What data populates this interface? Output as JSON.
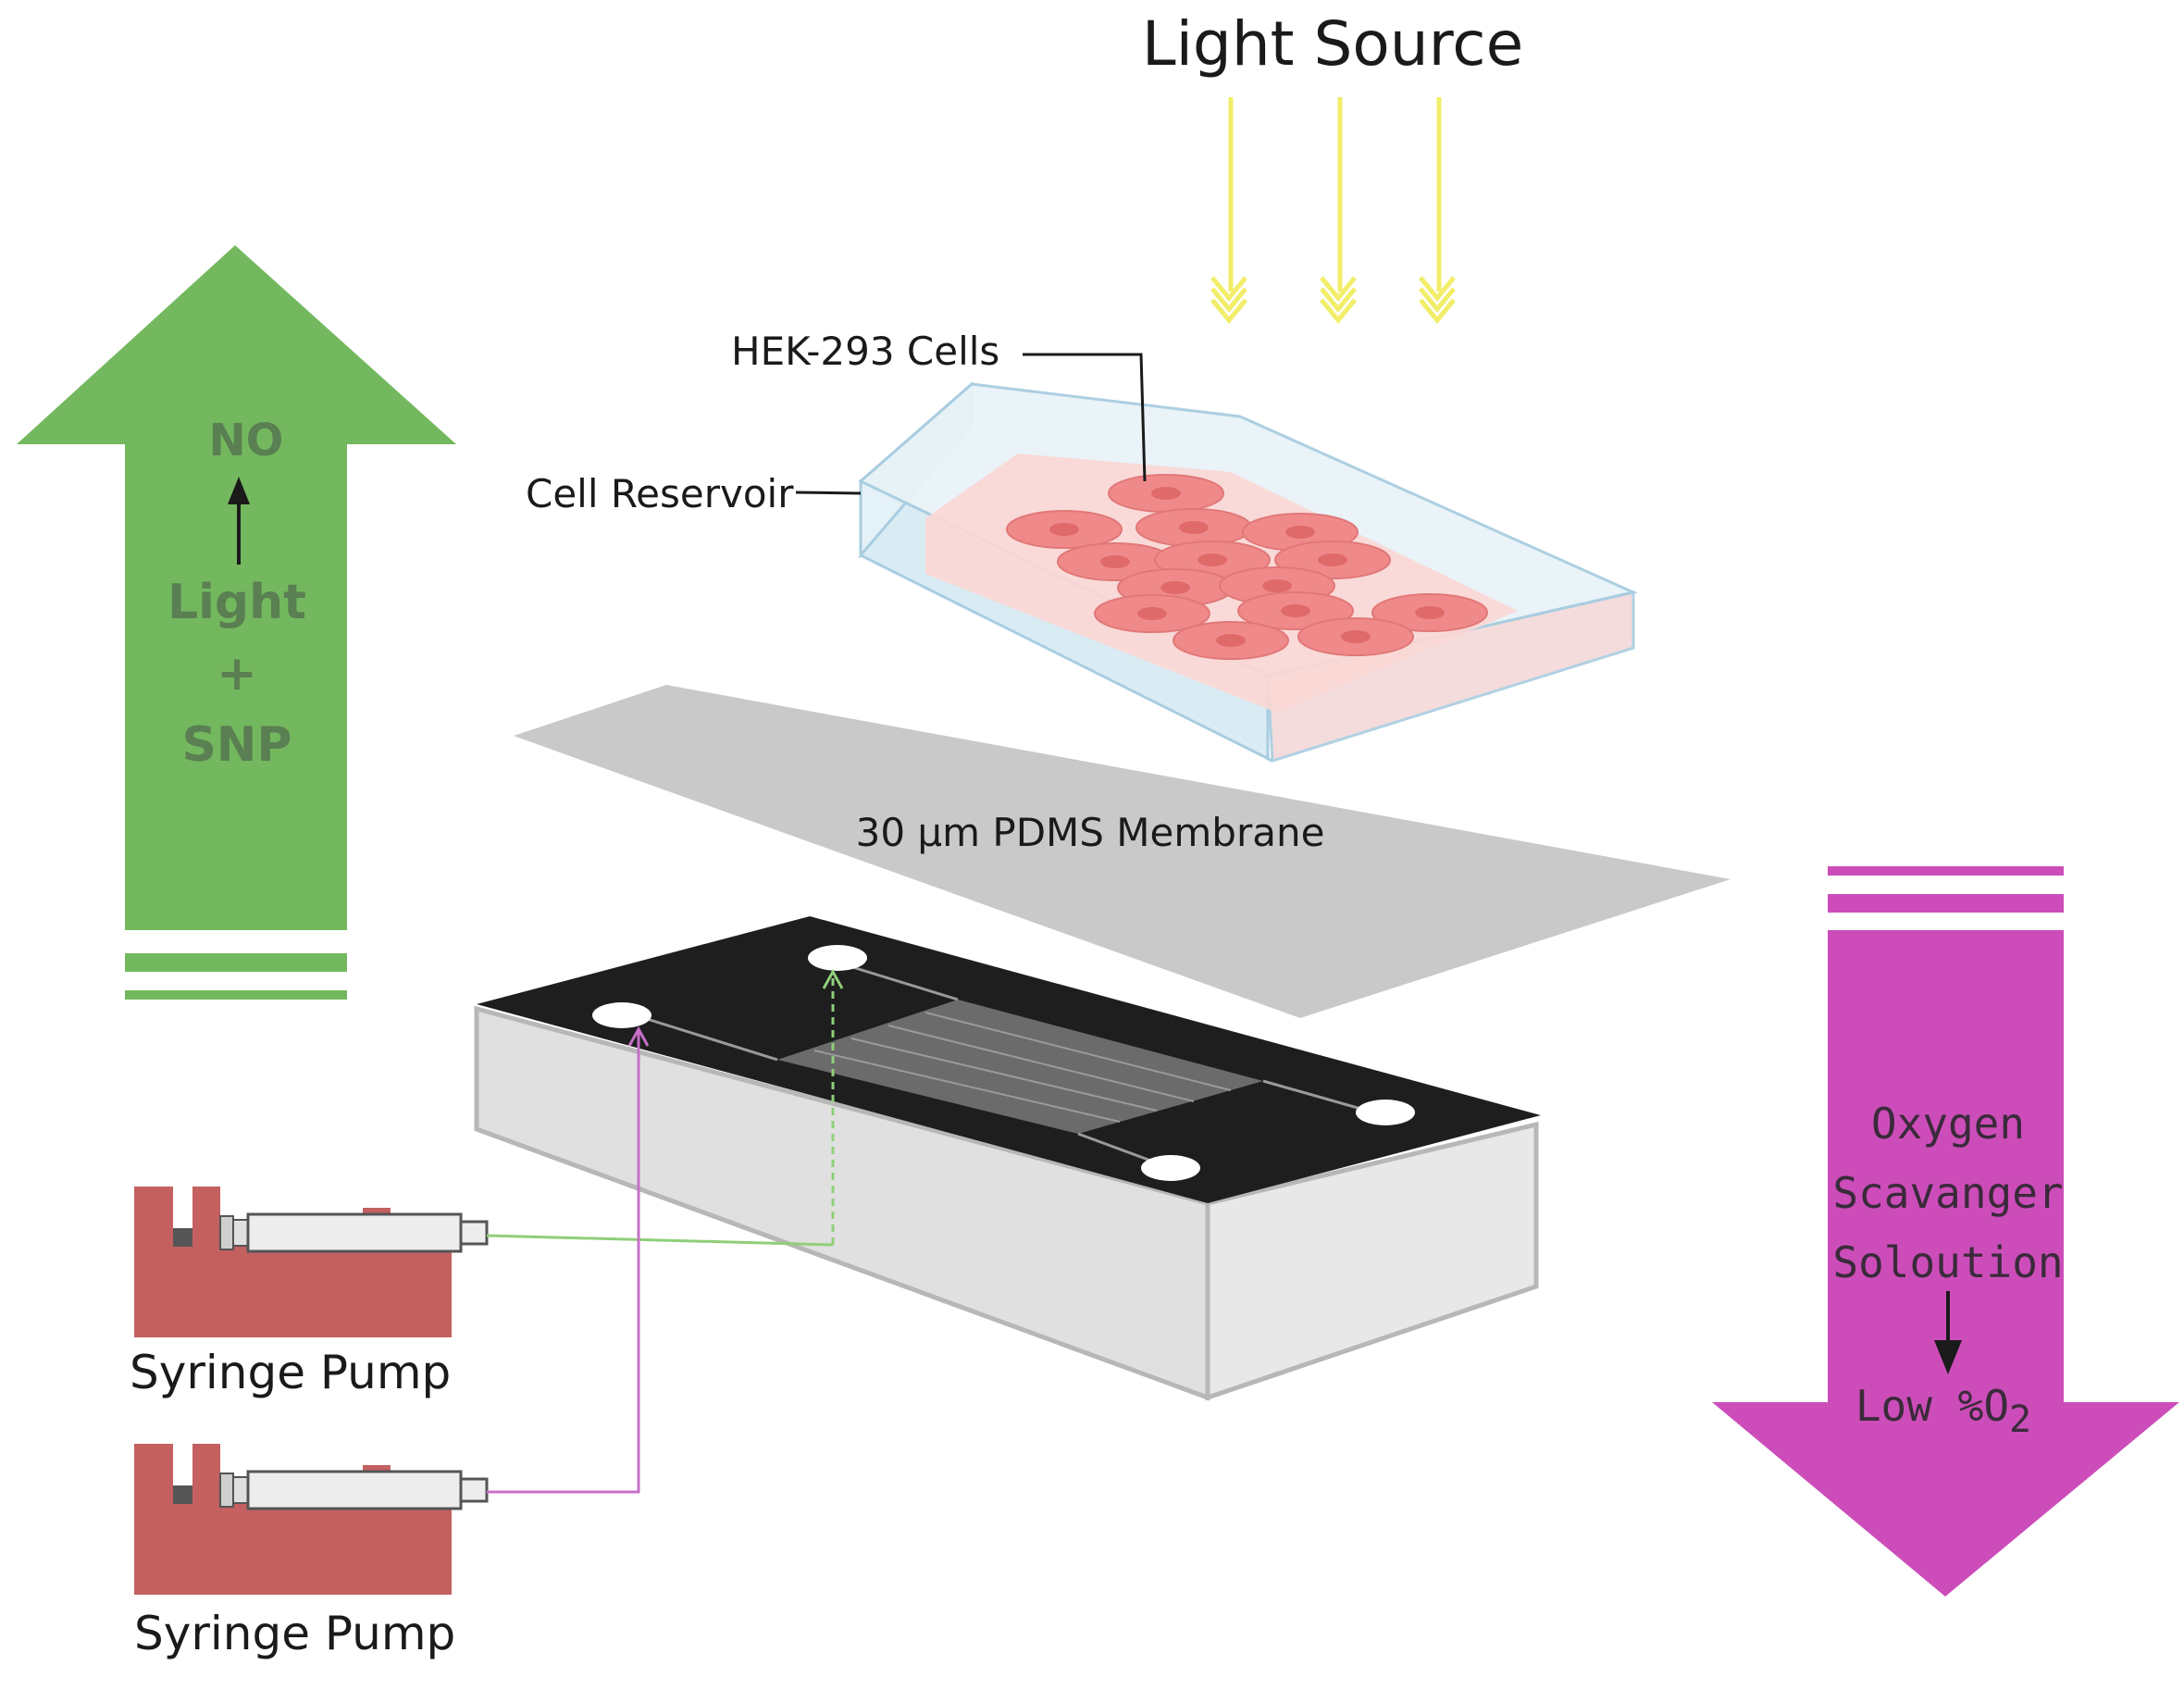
{
  "light": {
    "label": "Light Source",
    "color": "#f2ee6a"
  },
  "reservoir": {
    "cells_label": "HEK-293 Cells",
    "reservoir_label": "Cell Reservoir",
    "cell_color": "#f08a8a",
    "cell_nucleus_color": "#e06a6a",
    "medium_color": "#fbd7d4"
  },
  "membrane": {
    "label": "30 μm PDMS Membrane",
    "color": "#c9c9c9"
  },
  "device": {
    "top_color": "#1e1e1e",
    "body_color": "#dcdcdc"
  },
  "pumps": {
    "top_label": "Syringe Pump",
    "bottom_label": "Syringe Pump",
    "color": "#c46060",
    "line_top_color": "#8fcf7a",
    "line_bottom_color": "#c86fc8"
  },
  "no_arrow": {
    "top": "NO",
    "middle": "Light",
    "plus": "+",
    "bottom": "SNP",
    "color": "#73b85e",
    "text_color": "#5a7f52"
  },
  "o2_arrow": {
    "line1": "Oxygen",
    "line2": "Scavanger",
    "line3": "Soloution",
    "result": "Low %O",
    "result_sub": "2",
    "color": "#cc4db9",
    "text_color": "#3a2a3a"
  }
}
